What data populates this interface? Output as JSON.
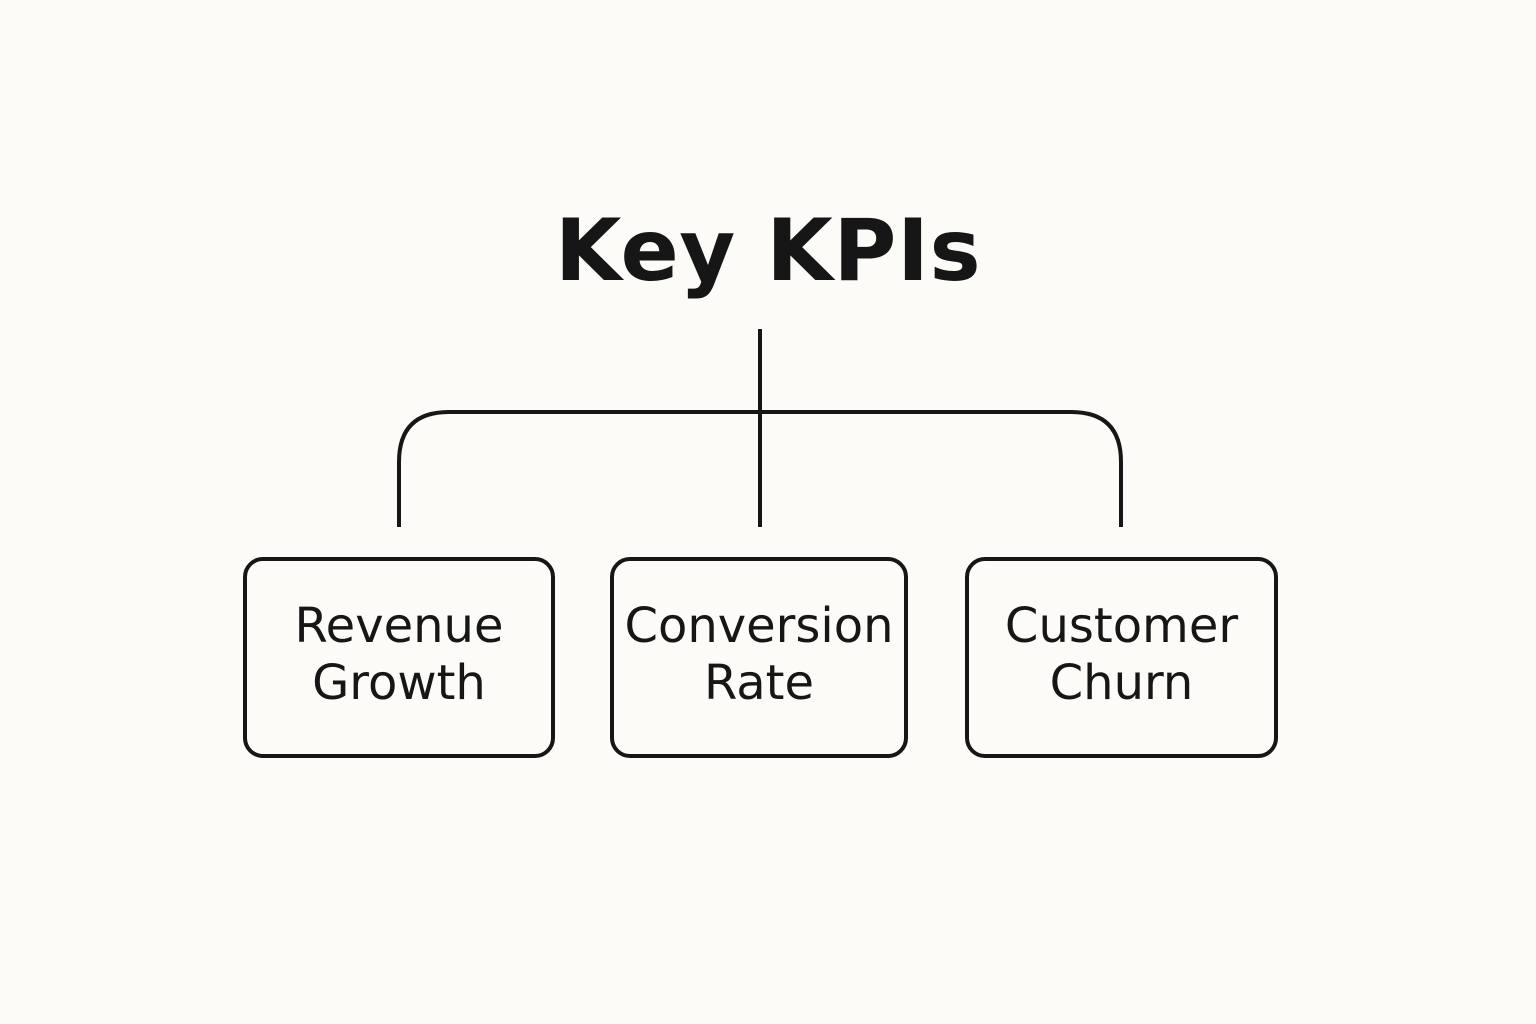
{
  "diagram": {
    "title": "Key KPIs",
    "nodes": [
      {
        "label": "Revenue\nGrowth"
      },
      {
        "label": "Conversion\nRate"
      },
      {
        "label": "Customer\nChurn"
      }
    ]
  },
  "colors": {
    "background": "#fcfbf7",
    "ink": "#161616"
  }
}
